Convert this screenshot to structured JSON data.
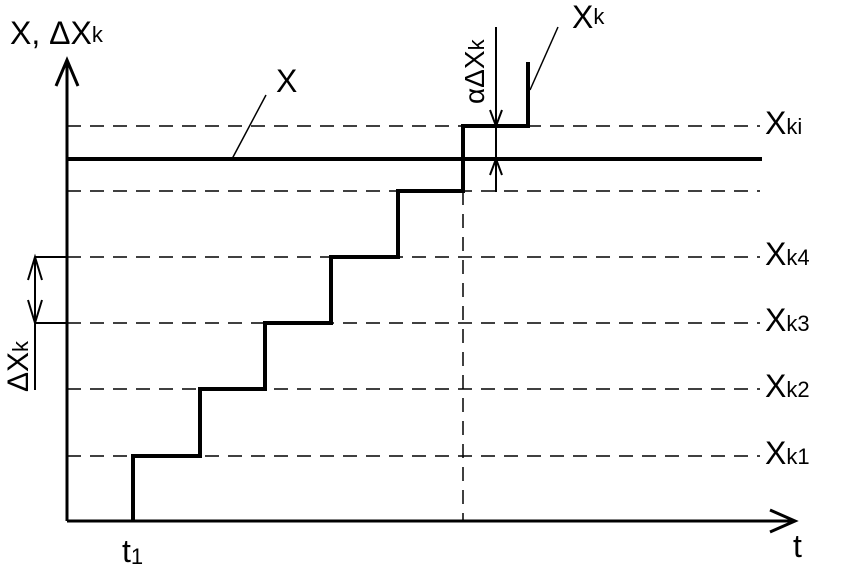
{
  "labels": {
    "y_axis_main": "X, ΔX",
    "y_axis_sub": "k",
    "x_axis": "t",
    "t1_main": "t",
    "t1_sub": "1",
    "x_line": "X",
    "xk_main": "X",
    "xk_sub": "k",
    "alpha_dxk_main": "αΔX",
    "alpha_dxk_sub": "k",
    "dxk_main": "ΔX",
    "dxk_sub": "k",
    "levels": [
      {
        "main": "X",
        "sub": "ki"
      },
      {
        "main": "X",
        "sub": "k4"
      },
      {
        "main": "X",
        "sub": "k3"
      },
      {
        "main": "X",
        "sub": "k2"
      },
      {
        "main": "X",
        "sub": "k1"
      }
    ]
  },
  "colors": {
    "stroke": "#000000",
    "background": "#ffffff"
  }
}
